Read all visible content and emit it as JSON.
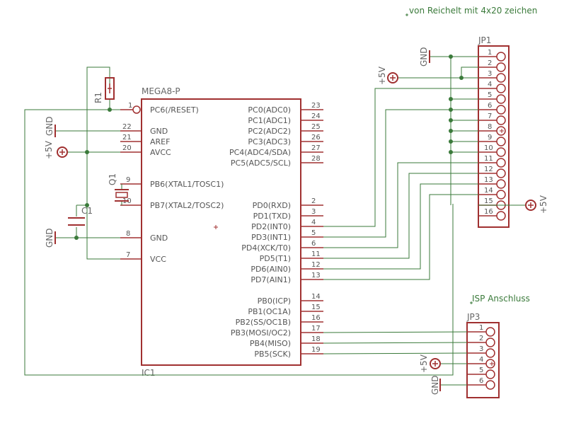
{
  "notes": {
    "top": "von Reichelt mit 4x20 zeichen",
    "isp": "ISP Anschluss"
  },
  "ic": {
    "type": "MEGA8-P",
    "name": "IC1",
    "left_pins": [
      {
        "num": "1",
        "label": "PC6(/RESET)"
      },
      {
        "num": "22",
        "label": "GND"
      },
      {
        "num": "21",
        "label": "AREF"
      },
      {
        "num": "20",
        "label": "AVCC"
      },
      {
        "num": "9",
        "label": "PB6(XTAL1/TOSC1)"
      },
      {
        "num": "10",
        "label": "PB7(XTAL2/TOSC2)"
      },
      {
        "num": "8",
        "label": "GND"
      },
      {
        "num": "7",
        "label": "VCC"
      }
    ],
    "right_pins": [
      {
        "num": "23",
        "label": "PC0(ADC0)"
      },
      {
        "num": "24",
        "label": "PC1(ADC1)"
      },
      {
        "num": "25",
        "label": "PC2(ADC2)"
      },
      {
        "num": "26",
        "label": "PC3(ADC3)"
      },
      {
        "num": "27",
        "label": "PC4(ADC4/SDA)"
      },
      {
        "num": "28",
        "label": "PC5(ADC5/SCL)"
      },
      {
        "num": "2",
        "label": "PD0(RXD)"
      },
      {
        "num": "3",
        "label": "PD1(TXD)"
      },
      {
        "num": "4",
        "label": "PD2(INT0)"
      },
      {
        "num": "5",
        "label": "PD3(INT1)"
      },
      {
        "num": "6",
        "label": "PD4(XCK/T0)"
      },
      {
        "num": "11",
        "label": "PD5(T1)"
      },
      {
        "num": "12",
        "label": "PD6(AIN0)"
      },
      {
        "num": "13",
        "label": "PD7(AIN1)"
      },
      {
        "num": "14",
        "label": "PB0(ICP)"
      },
      {
        "num": "15",
        "label": "PB1(OC1A)"
      },
      {
        "num": "16",
        "label": "PB2(SS/OC1B)"
      },
      {
        "num": "17",
        "label": "PB3(MOSI/OC2)"
      },
      {
        "num": "18",
        "label": "PB4(MISO)"
      },
      {
        "num": "19",
        "label": "PB5(SCK)"
      }
    ]
  },
  "jp1": {
    "name": "JP1",
    "pins": [
      "1",
      "2",
      "3",
      "4",
      "5",
      "6",
      "7",
      "8",
      "9",
      "10",
      "11",
      "12",
      "13",
      "14",
      "15",
      "16"
    ]
  },
  "jp3": {
    "name": "JP3",
    "pins": [
      "1",
      "2",
      "3",
      "4",
      "5",
      "6"
    ]
  },
  "components": {
    "r1": "R1",
    "q1": "Q1",
    "c1": "C1"
  },
  "supplies": {
    "gnd": "GND",
    "vcc": "+5V"
  }
}
